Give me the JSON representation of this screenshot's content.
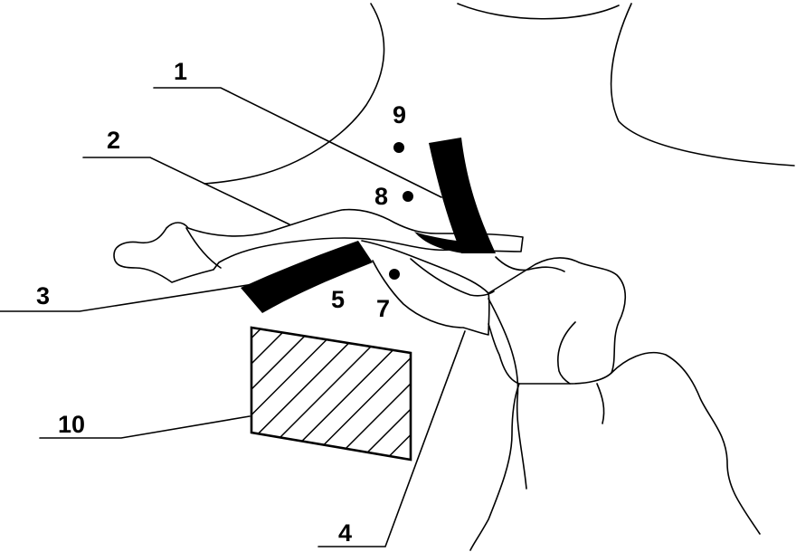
{
  "labels": {
    "l1": "1",
    "l2": "2",
    "l3": "3",
    "l4": "4",
    "l5": "5",
    "l7": "7",
    "l8": "8",
    "l9": "9",
    "l10": "10"
  },
  "colors": {
    "ink": "#000000",
    "paper": "#ffffff"
  }
}
